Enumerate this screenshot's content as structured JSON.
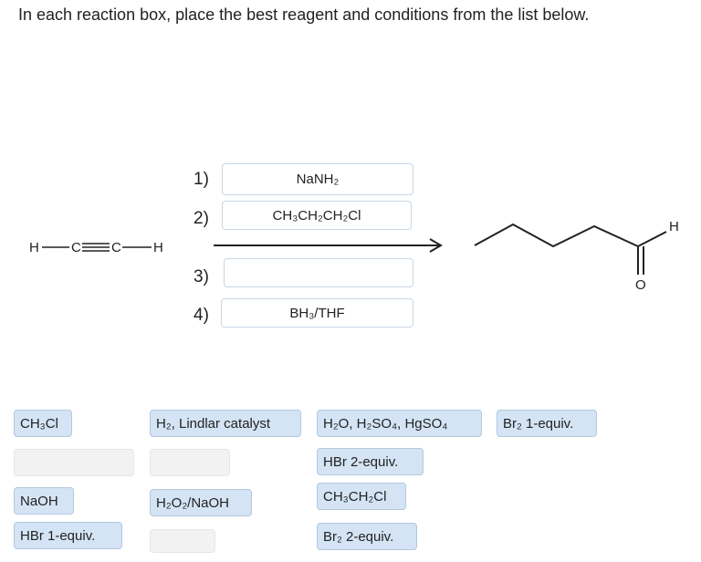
{
  "instructions": "In each reaction box, place the best reagent and conditions from the list below.",
  "starting_material": {
    "atoms": [
      "H",
      "C",
      "C",
      "H"
    ]
  },
  "product": {
    "aldehyde_h": "H",
    "aldehyde_o": "O"
  },
  "steps": [
    {
      "number": "1)",
      "reagent": "NaNH₂"
    },
    {
      "number": "2)",
      "reagent": "CH₃CH₂CH₂Cl"
    },
    {
      "number": "3)",
      "reagent": ""
    },
    {
      "number": "4)",
      "reagent": "BH₃/THF"
    }
  ],
  "reagent_bank": [
    {
      "label": "CH₃Cl"
    },
    {
      "label": "H₂, Lindlar catalyst"
    },
    {
      "label": "H₂O, H₂SO₄, HgSO₄"
    },
    {
      "label": "Br₂ 1-equiv."
    },
    {
      "label": ""
    },
    {
      "label": ""
    },
    {
      "label": "HBr 2-equiv."
    },
    {
      "label": "NaOH"
    },
    {
      "label": "H₂O₂/NaOH"
    },
    {
      "label": "CH₃CH₂Cl"
    },
    {
      "label": "HBr 1-equiv."
    },
    {
      "label": ""
    },
    {
      "label": "Br₂ 2-equiv."
    }
  ]
}
